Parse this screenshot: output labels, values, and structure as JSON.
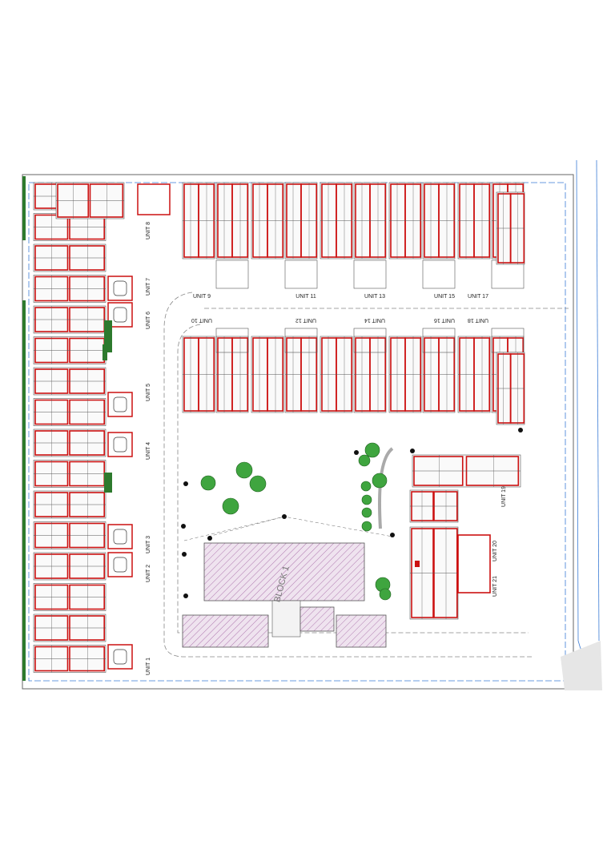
{
  "plan": {
    "block_label": "BLOCK 1",
    "left_units": [
      "UNIT 8",
      "UNIT 7",
      "UNIT 6",
      "UNIT 5",
      "UNIT 4",
      "UNIT 3",
      "UNIT 2",
      "UNIT 1"
    ],
    "top_row_units": [
      "UNIT 9",
      "UNIT 11",
      "UNIT 13",
      "UNIT 15",
      "UNIT 17"
    ],
    "second_row_units": [
      "UNIT 10",
      "UNIT 12",
      "UNIT 14",
      "UNIT 16",
      "UNIT 18"
    ],
    "right_units": [
      "UNIT 19",
      "UNIT 20",
      "UNIT 21"
    ]
  },
  "colors": {
    "wall": "#cc1111",
    "line": "#555555",
    "boundary": "#3a7bd5",
    "green": "#2d7a2d",
    "tree": "#3fa53f",
    "hatch": "#b07ab0"
  }
}
